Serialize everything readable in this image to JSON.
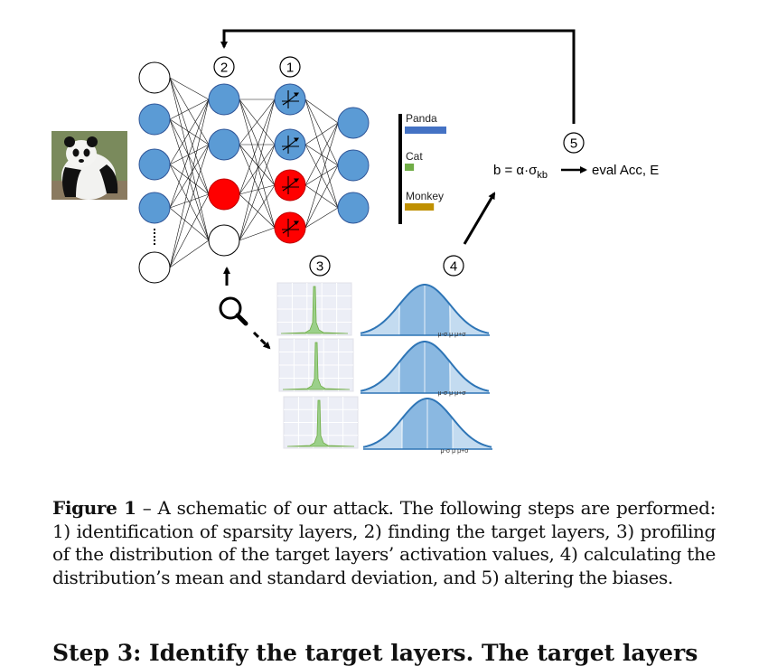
{
  "figure": {
    "steps": {
      "s1": "1",
      "s2": "2",
      "s3": "3",
      "s4": "4",
      "s5": "5"
    },
    "output_bars": [
      {
        "label": "Panda",
        "value": 1.0,
        "color": "#4472c4"
      },
      {
        "label": "Cat",
        "value": 0.22,
        "color": "#70ad47"
      },
      {
        "label": "Monkey",
        "value": 0.7,
        "color": "#bf9000"
      }
    ],
    "formula": {
      "lhs": "b = α·σ",
      "subscript": "kb",
      "result": "eval Acc, E"
    },
    "gaussian_tick_label": "μ-σ  μ  μ+σ",
    "colors": {
      "neuron_blue": "#5b9bd5",
      "neuron_red": "#ff0000",
      "gaussian_fill": "#9dc3e6",
      "gaussian_line": "#2e75b6",
      "histogram_green": "#70ad47"
    }
  },
  "caption": {
    "label": "Figure 1",
    "text": " – A schematic of our attack.  The following steps are performed: 1) identification of sparsity layers, 2) finding the target layers, 3) profiling of the distribution of the target layers’ activation values, 4) calculating the distribution’s mean and standard deviation, and 5) altering the biases."
  },
  "next_heading": "Step 3:  Identify the target layers.    The target layers"
}
